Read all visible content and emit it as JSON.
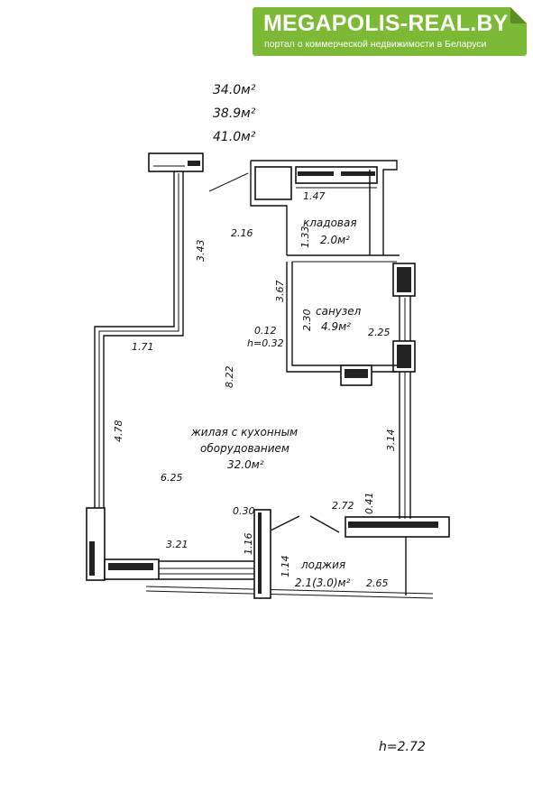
{
  "site": {
    "name": "MEGAPOLIS-REAL.BY",
    "tagline": "портал о коммерческой недвижимости в Беларуси",
    "accent": "#7cb935"
  },
  "areas": {
    "a1": "34.0м²",
    "a2": "38.9м²",
    "a3": "41.0м²"
  },
  "rooms": {
    "storage_name": "кладовая",
    "storage_area": "2.0м²",
    "bath_name": "санузел",
    "bath_area": "4.9м²",
    "living_line1": "жилая с кухонным",
    "living_line2": "оборудованием",
    "living_area": "32.0м²",
    "loggia_name": "лоджия",
    "loggia_area": "2.1(3.0)м²"
  },
  "dims": {
    "d1_47": "1.47",
    "d2_16": "2.16",
    "d1_33": "1.33",
    "d3_43": "3.43",
    "d3_67": "3.67",
    "d2_30": "2.30",
    "d0_12": "0.12",
    "h_032": "h=0.32",
    "d2_25": "2.25",
    "d1_71": "1.71",
    "d8_22": "8.22",
    "d4_78": "4.78",
    "d3_14": "3.14",
    "d6_25": "6.25",
    "d0_30": "0.30",
    "d2_72": "2.72",
    "d0_41": "0.41",
    "d3_21": "3.21",
    "d1_16": "1.16",
    "d1_14": "1.14",
    "d2_65": "2.65"
  },
  "ceiling": "h=2.72"
}
